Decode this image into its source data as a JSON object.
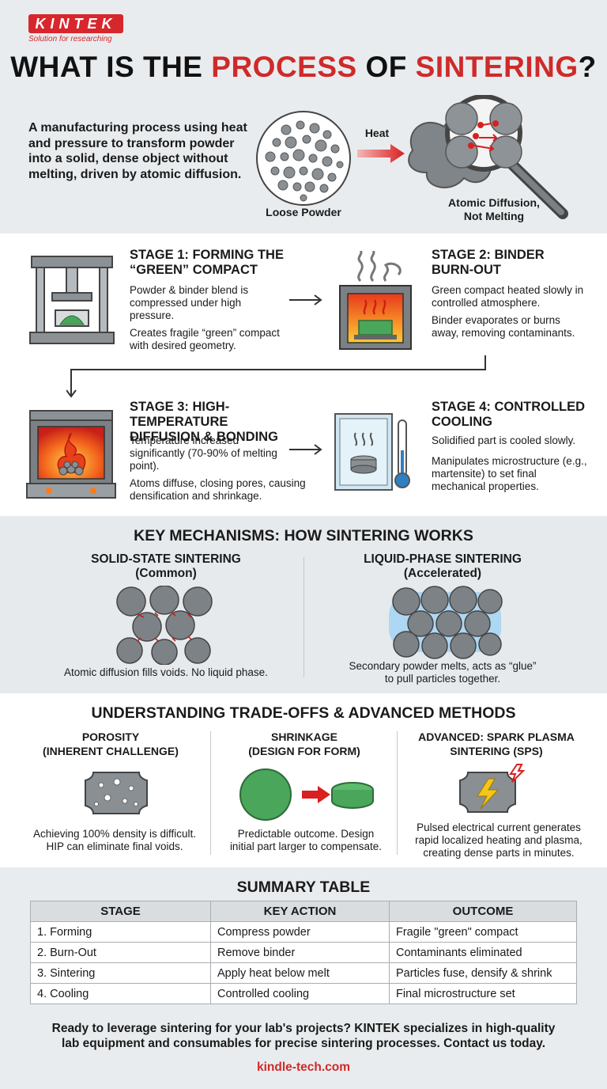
{
  "brand": {
    "logo": "KINTEK",
    "tagline": "Solution for researching"
  },
  "title": {
    "part1": "WHAT IS THE ",
    "part2": "PROCESS",
    "part3": " OF ",
    "part4": "SINTERING",
    "part5": "?"
  },
  "intro": "A manufacturing process using heat and pressure to transform powder into a solid, dense object without melting, driven by atomic diffusion.",
  "hero": {
    "loose_label": "Loose Powder",
    "heat_label": "Heat",
    "diffusion_label_1": "Atomic Diffusion,",
    "diffusion_label_2": "Not Melting"
  },
  "stages": [
    {
      "title_1": "STAGE 1: FORMING THE",
      "title_2": "“GREEN” COMPACT",
      "p1": "Powder & binder blend is compressed under high pressure.",
      "p2": "Creates fragile “green” compact with desired geometry."
    },
    {
      "title_1": "STAGE 2: BINDER",
      "title_2": "BURN-OUT",
      "p1": "Green compact heated slowly in controlled atmosphere.",
      "p2": "Binder evaporates or burns away, removing contaminants."
    },
    {
      "title_1": "STAGE 3: HIGH-TEMPERATURE",
      "title_2": "DIFFUSION & BONDING",
      "p1": "Temperature increased significantly (70-90% of melting point).",
      "p2": "Atoms diffuse, closing pores, causing densification and shrinkage."
    },
    {
      "title_1": "STAGE 4: CONTROLLED",
      "title_2": "COOLING",
      "p1": "Solidified part is cooled slowly.",
      "p2": "Manipulates microstructure (e.g., martensite) to set final mechanical properties."
    }
  ],
  "mechanisms": {
    "title": "KEY MECHANISMS: HOW SINTERING WORKS",
    "solid": {
      "title": "SOLID-STATE SINTERING",
      "sub": "(Common)",
      "caption": "Atomic diffusion fills voids. No liquid phase."
    },
    "liquid": {
      "title": "LIQUID-PHASE SINTERING",
      "sub": "(Accelerated)",
      "caption_1": "Secondary powder melts, acts as “glue”",
      "caption_2": "to pull particles together."
    }
  },
  "tradeoffs": {
    "title": "UNDERSTANDING TRADE-OFFS & ADVANCED METHODS",
    "items": [
      {
        "title_1": "POROSITY",
        "title_2": "(INHERENT CHALLENGE)",
        "cap_1": "Achieving 100% density is difficult.",
        "cap_2": "HIP can eliminate final voids."
      },
      {
        "title_1": "SHRINKAGE",
        "title_2": "(DESIGN FOR FORM)",
        "cap_1": "Predictable outcome. Design",
        "cap_2": "initial part larger to compensate."
      },
      {
        "title_1": "ADVANCED: SPARK PLASMA",
        "title_2": "SINTERING (SPS)",
        "cap_1": "Pulsed electrical current generates",
        "cap_2": "rapid localized heating and plasma,",
        "cap_3": "creating dense parts in minutes."
      }
    ]
  },
  "summary": {
    "title": "SUMMARY TABLE",
    "headers": [
      "STAGE",
      "KEY ACTION",
      "OUTCOME"
    ],
    "rows": [
      [
        "1. Forming",
        "Compress powder",
        "Fragile \"green\" compact"
      ],
      [
        "2. Burn-Out",
        "Remove binder",
        "Contaminants eliminated"
      ],
      [
        "3. Sintering",
        "Apply heat below melt",
        "Particles fuse, densify & shrink"
      ],
      [
        "4. Cooling",
        "Controlled cooling",
        "Final microstructure set"
      ]
    ]
  },
  "cta": {
    "line1": "Ready to leverage sintering for your lab's projects? KINTEK specializes in high-quality",
    "line2": "lab equipment and consumables for precise sintering processes. Contact us today.",
    "url": "kindle-tech.com"
  },
  "colors": {
    "accent": "#cf2a2a",
    "green": "#3faa5a",
    "gray": "#7d8286"
  }
}
